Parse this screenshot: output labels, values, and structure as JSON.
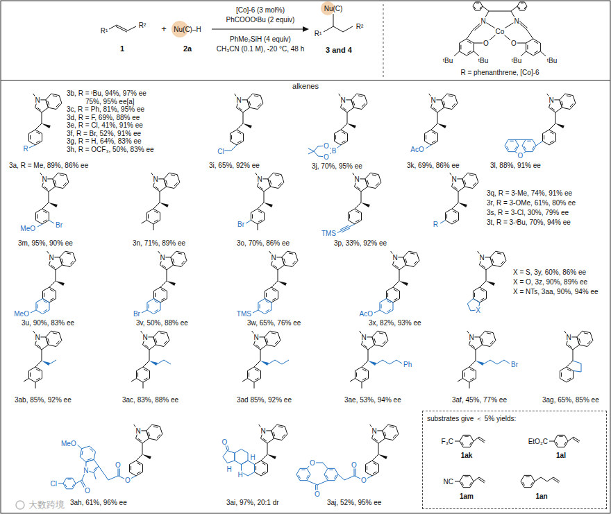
{
  "diagram": {
    "nodes": [
      {
        "text": [
          "substrates give ＜ 5% yields:"
        ]
      }
    ],
    "labels": [
      "R¹",
      "R²",
      "1",
      "+",
      "Nu(C)–H",
      "2a",
      "[Co]-6 (3 mol%)",
      "PhCOOOᵗBu (2 equiv)",
      "PhMe₂SiH (4 equiv)",
      "CH₃CN (0.1 M), -20 °C, 48 h",
      "Nu(C)",
      "R¹",
      "R²",
      "3 and 4",
      "N",
      "N",
      "Co",
      "O",
      "O",
      "ᵗBu",
      "ᵗBu",
      "ᵗBu",
      "ᵗBu",
      "R = phenanthrene, [Co]-6",
      "alkenes",
      "R",
      "3a, R = Me, 89%, 86% ee",
      "3b, R = ᵗBu, 94%, 97% ee",
      "75%, 95% ee[a]",
      "3c, R = Ph, 81%, 95% ee",
      "3d, R = F, 69%, 88% ee",
      "3e, R = Cl, 41%, 91% ee",
      "3f, R = Br, 52%, 91% ee",
      "3g, R = H, 64%, 83% ee",
      "3h, R = OCF₃, 50%, 83% ee",
      "Cl",
      "3i, 65%, 92% ee",
      "B",
      "O",
      "O",
      "3j, 70%, 95% ee",
      "AcO",
      "3k, 69%, 86% ee",
      "O",
      "3l, 88%, 91% ee",
      "MeO",
      "Br",
      "3m, 95%, 90% ee",
      "3n, 71%, 89% ee",
      "Br",
      "3o, 70%, 86% ee",
      "TMS",
      "3p, 33%, 92% ee",
      "R",
      "3q, R = 3-Me, 74%, 91% ee",
      "3r, R = 3-OMe, 61%, 80% ee",
      "3s, R = 3-Cl, 30%, 79% ee",
      "3t, R = 3-ᵗBu, 70%, 94% ee",
      "MeO",
      "3u, 90%, 83% ee",
      "Br",
      "3v, 50%, 88% ee",
      "TMS",
      "3w, 65%, 76% ee",
      "AcO",
      "3x, 82%, 93% ee",
      "X",
      "X = S, 3y, 60%, 86% ee",
      "X = O, 3z, 90%, 89% ee",
      "X = NTs, 3aa, 90%, 94% ee",
      "3ab, 85%, 92% ee",
      "3ac, 83%, 88% ee",
      "3ad 85%, 92% ee",
      "Ph",
      "3ae, 53%, 94% ee",
      "Br",
      "3af, 45%, 77% ee",
      "3ag, 65%, 85% ee",
      "MeO",
      "N",
      "O",
      "O",
      "O",
      "Cl",
      "3ah, 61%, 96% ee",
      "H",
      "H",
      "H",
      "O",
      "3ai, 97%, 20:1 dr",
      "O",
      "O",
      "O",
      "O",
      "3aj, 52%, 95% ee",
      "F₃C",
      "1ak",
      "EtO₂C",
      "1al",
      "NC",
      "1am",
      "1an",
      "大数跨境",
      "N",
      "N",
      "N",
      "N",
      "N",
      "N",
      "N",
      "N",
      "N",
      "N",
      "N",
      "N",
      "N",
      "N",
      "N",
      "N",
      "N",
      "N",
      "N",
      "N",
      "N",
      "N",
      "N",
      "N"
    ]
  }
}
